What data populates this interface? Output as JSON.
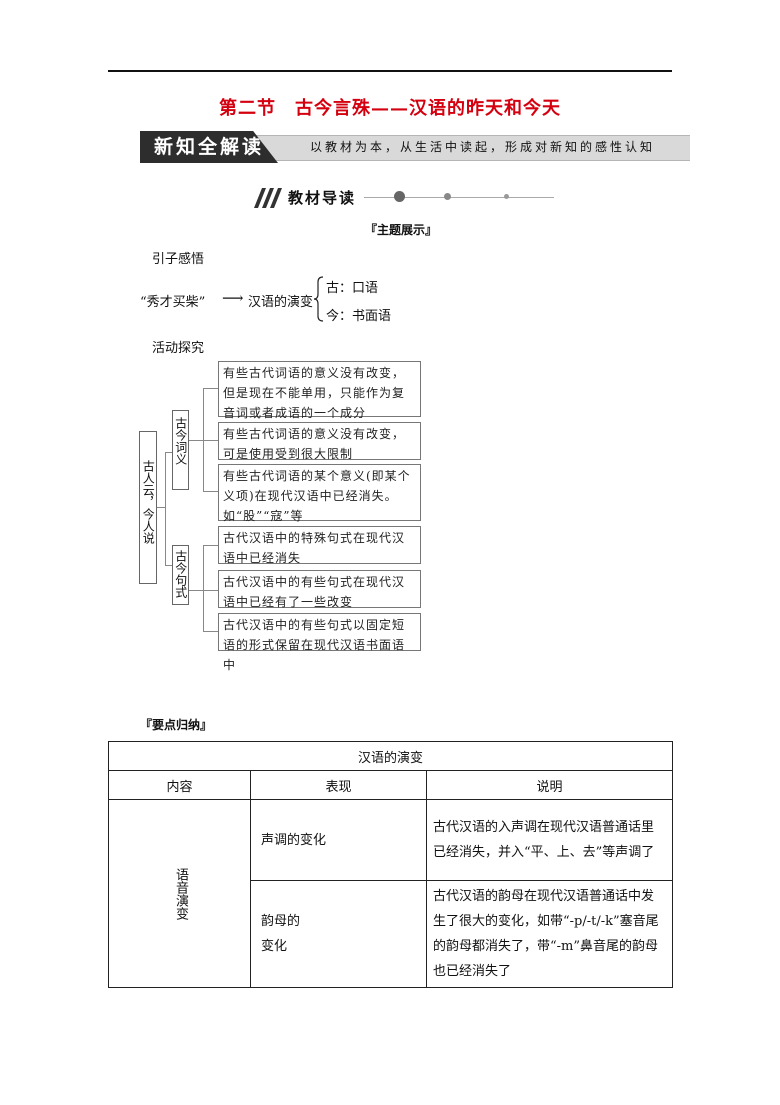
{
  "title": "第二节　古今言殊——汉语的昨天和今天",
  "banner": {
    "tag": "新知全解读",
    "text": "以教材为本，从生活中读起，形成对新知的感性认知"
  },
  "section_heading": "教材导读",
  "theme_label": "主题展示",
  "intro": {
    "heading": "引子感悟",
    "source": "“秀才买柴”",
    "arrow": "⟶",
    "target": "汉语的演变",
    "branches": [
      "古：口语",
      "今：书面语"
    ]
  },
  "activity": {
    "heading": "活动探究",
    "root": "古人云，今人说",
    "groups": [
      {
        "label": "古今词义",
        "items": [
          "有些古代词语的意义没有改变，但是现在不能单用，只能作为复音词或者成语的一个成分",
          "有些古代词语的意义没有改变，可是使用受到很大限制",
          "有些古代词语的某个意义(即某个义项)在现代汉语中已经消失。如“股”“寇”等"
        ]
      },
      {
        "label": "古今句式",
        "items": [
          "古代汉语中的特殊句式在现代汉语中已经消失",
          "古代汉语中的有些句式在现代汉语中已经有了一些改变",
          "古代汉语中的有些句式以固定短语的形式保留在现代汉语书面语中"
        ]
      }
    ]
  },
  "summary_label": "要点归纳",
  "table": {
    "caption": "汉语的演变",
    "headers": [
      "内容",
      "表现",
      "说明"
    ],
    "group": "语音演变",
    "rows": [
      {
        "aspect": "声调的变化",
        "desc": "古代汉语的入声调在现代汉语普通话里已经消失，并入“平、上、去”等声调了"
      },
      {
        "aspect": "韵母的变化",
        "desc": "古代汉语的韵母在现代汉语普通话中发生了很大的变化，如带“-p/-t/-k”塞音尾的韵母都消失了，带“-m”鼻音尾的韵母也已经消失了"
      }
    ]
  }
}
